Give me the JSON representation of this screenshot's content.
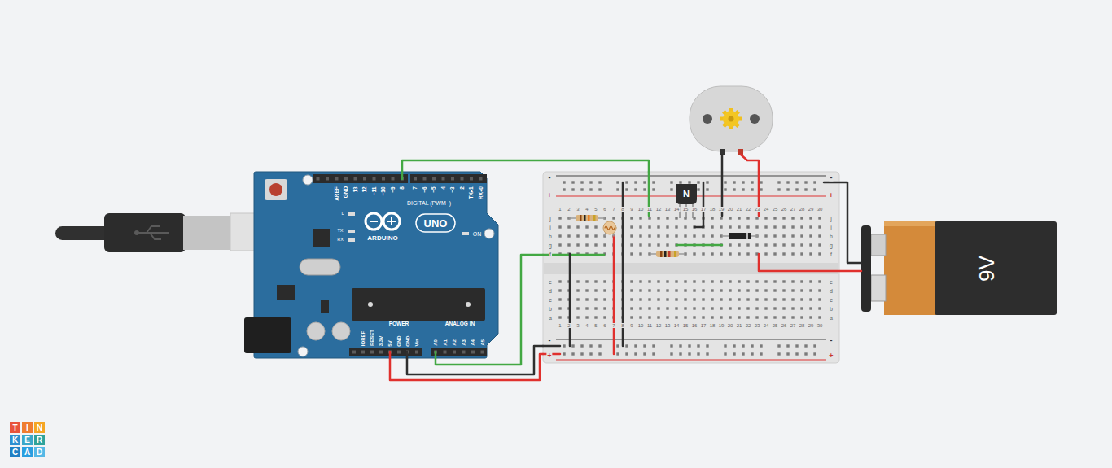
{
  "diagram": {
    "nodes": [
      {
        "text": [
          "AREF",
          "GND",
          "13",
          "12",
          "~11",
          "~10",
          "~9",
          "8",
          "7",
          "~6",
          "~5",
          "4",
          "~3",
          "2",
          "TX▸1",
          "RX◂0",
          "DIGITAL (PWM~)",
          "L",
          "UNO",
          "TX",
          "ON",
          "ARDUINO",
          "RX",
          "POWER",
          "ANALOG IN",
          "IOREF",
          "RESET",
          "3.3V",
          "5V",
          "GND",
          "GND",
          "Vin",
          "A0",
          "A1",
          "A2",
          "A3",
          "A4",
          "A5"
        ]
      },
      {
        "text": [
          "-",
          "-",
          "+",
          "+",
          "1",
          "2",
          "3",
          "4",
          "5",
          "6",
          "7",
          "8",
          "9",
          "10",
          "11",
          "12",
          "13",
          "14",
          "15",
          "16",
          "17",
          "18",
          "19",
          "20",
          "21",
          "22",
          "23",
          "24",
          "25",
          "26",
          "27",
          "28",
          "29",
          "30",
          "j",
          "j",
          "i",
          "i",
          "h",
          "h",
          "g",
          "g",
          "f",
          "f",
          "e",
          "e",
          "d",
          "d",
          "c",
          "c",
          "b",
          "b",
          "a",
          "a",
          "1",
          "2",
          "3",
          "4",
          "5",
          "6",
          "7",
          "8",
          "9",
          "10",
          "11",
          "12",
          "13",
          "14",
          "15",
          "16",
          "17",
          "18",
          "19",
          "20",
          "21",
          "22",
          "23",
          "24",
          "25",
          "26",
          "27",
          "28",
          "29",
          "30",
          "-",
          "-",
          "+",
          "+"
        ]
      },
      {
        "text": [
          "N"
        ],
        "in": 1
      },
      {
        "text": [
          "9V"
        ]
      }
    ],
    "edges": [
      {
        "from": 0,
        "to": 1,
        "arrow": "none"
      },
      {
        "from": 0,
        "to": 1,
        "arrow": "none"
      },
      {
        "from": 0,
        "to": 1,
        "arrow": "none"
      },
      {
        "from": 0,
        "to": 1,
        "arrow": "none"
      },
      {
        "from": 3,
        "to": 1,
        "arrow": "none"
      },
      {
        "from": 3,
        "to": 1,
        "arrow": "none"
      }
    ],
    "labels": [
      "T",
      "I",
      "N",
      "K",
      "E",
      "R",
      "C",
      "A",
      "D"
    ]
  }
}
